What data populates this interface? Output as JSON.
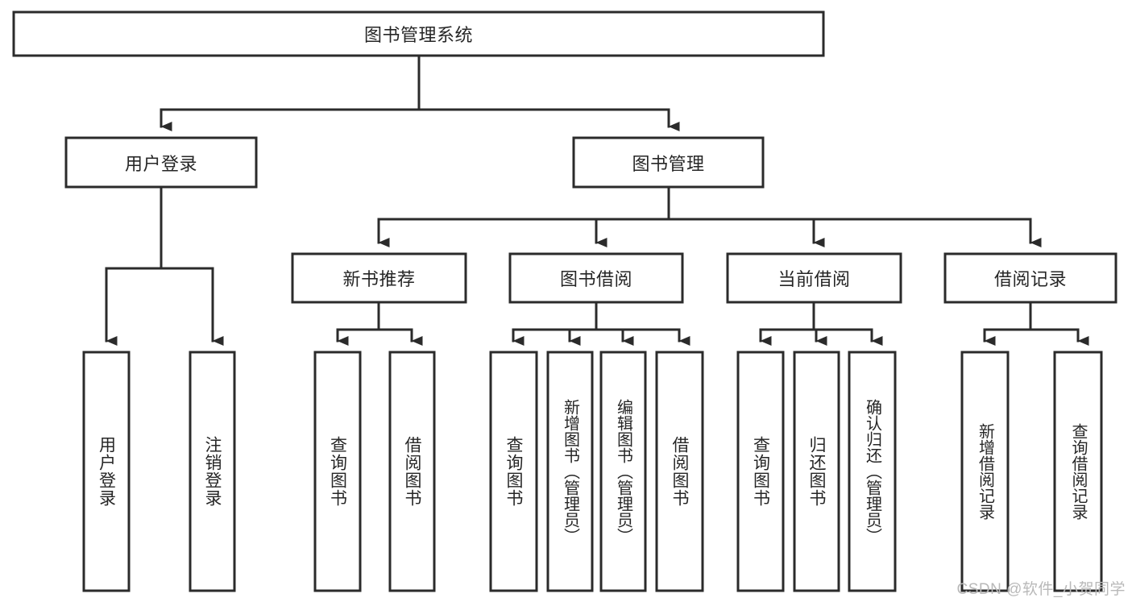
{
  "diagram": {
    "type": "tree-hierarchy-functional-decomposition",
    "title": "图书管理系统",
    "colors": {
      "stroke": "#2b2b2b",
      "box_fill": "#ffffff",
      "text": "#262626",
      "background": "#ffffff",
      "watermark": "#b9b9b9"
    },
    "levels": {
      "root": {
        "label": "图书管理系统",
        "orientation": "horizontal"
      },
      "level2": [
        {
          "label": "用户登录",
          "orientation": "horizontal"
        },
        {
          "label": "图书管理",
          "orientation": "horizontal"
        }
      ],
      "level3": [
        {
          "label": "新书推荐",
          "orientation": "horizontal",
          "parent": "图书管理"
        },
        {
          "label": "图书借阅",
          "orientation": "horizontal",
          "parent": "图书管理"
        },
        {
          "label": "当前借阅",
          "orientation": "horizontal",
          "parent": "图书管理"
        },
        {
          "label": "借阅记录",
          "orientation": "horizontal",
          "parent": "图书管理"
        }
      ],
      "leaves": [
        {
          "label": "用户登录",
          "orientation": "vertical",
          "parent": "用户登录"
        },
        {
          "label": "注销登录",
          "orientation": "vertical",
          "parent": "用户登录"
        },
        {
          "label": "查询图书",
          "orientation": "vertical",
          "parent": "新书推荐"
        },
        {
          "label": "借阅图书",
          "orientation": "vertical",
          "parent": "新书推荐"
        },
        {
          "label": "查询图书",
          "orientation": "vertical",
          "parent": "图书借阅"
        },
        {
          "label": "新增图书（管理员）",
          "orientation": "vertical",
          "parent": "图书借阅"
        },
        {
          "label": "编辑图书（管理员）",
          "orientation": "vertical",
          "parent": "图书借阅"
        },
        {
          "label": "借阅图书",
          "orientation": "vertical",
          "parent": "图书借阅"
        },
        {
          "label": "查询图书",
          "orientation": "vertical",
          "parent": "当前借阅"
        },
        {
          "label": "归还图书",
          "orientation": "vertical",
          "parent": "当前借阅"
        },
        {
          "label": "确认归还（管理员）",
          "orientation": "vertical",
          "parent": "当前借阅"
        },
        {
          "label": "新增借阅记录",
          "orientation": "vertical",
          "parent": "借阅记录"
        },
        {
          "label": "查询借阅记录",
          "orientation": "vertical",
          "parent": "借阅记录"
        }
      ]
    }
  },
  "watermark": {
    "text": "CSDN @软件_小贺同学"
  }
}
